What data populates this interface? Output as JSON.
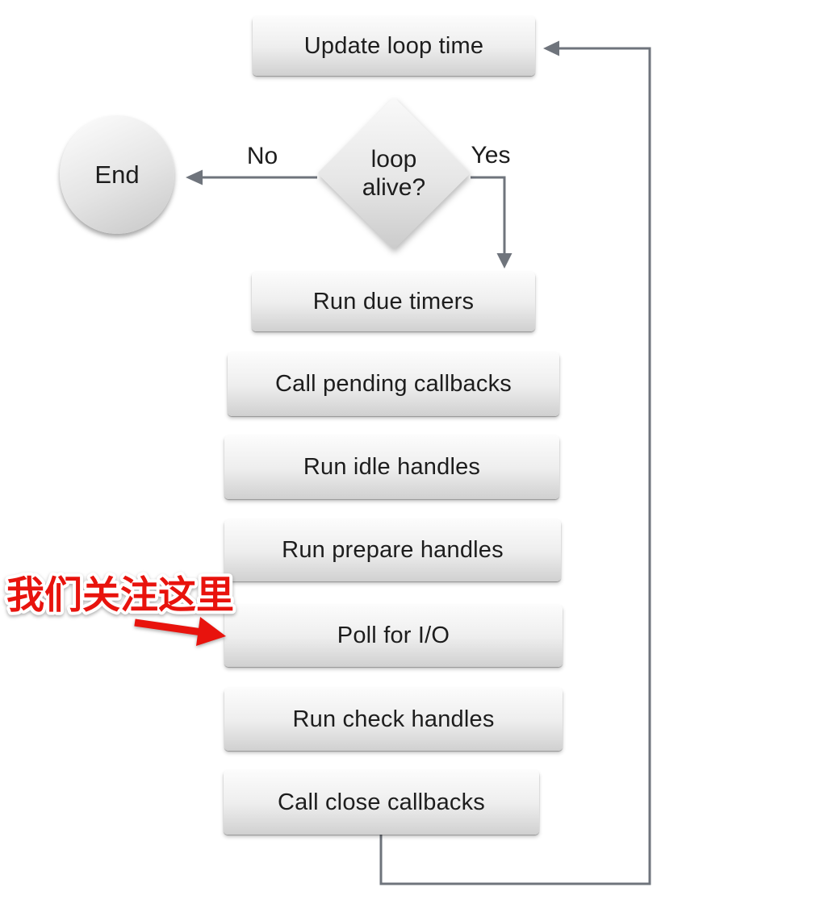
{
  "colors": {
    "connector": "#6f747c",
    "accent_red": "#e8130d",
    "box_text": "#1d1d1d"
  },
  "flowchart": {
    "nodes": {
      "update_loop_time": "Update loop time",
      "loop_alive": "loop alive?",
      "end": "End",
      "run_due_timers": "Run due timers",
      "call_pending_callbacks": "Call pending callbacks",
      "run_idle_handles": "Run idle handles",
      "run_prepare_handles": "Run prepare handles",
      "poll_for_io": "Poll for I/O",
      "run_check_handles": "Run check handles",
      "call_close_callbacks": "Call close callbacks"
    },
    "edge_labels": {
      "no": "No",
      "yes": "Yes"
    }
  },
  "annotation": {
    "text": "我们关注这里"
  }
}
